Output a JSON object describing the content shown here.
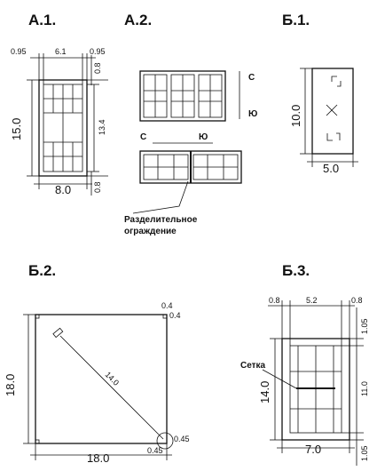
{
  "a1": {
    "title": "А.1.",
    "dim_left": "0.95",
    "dim_mid": "6.1",
    "dim_right": "0.95",
    "dim_top_small": "0.8",
    "dim_height": "15.0",
    "dim_inner_height": "13.4",
    "dim_width": "8.0",
    "dim_bottom_small": "0.8"
  },
  "a2": {
    "title": "А.2.",
    "north": "С",
    "south": "Ю",
    "north2": "С",
    "south2": "Ю",
    "label_line1": "Разделительное",
    "label_line2": "ограждение"
  },
  "b1": {
    "title": "Б.1.",
    "dim_height": "10.0",
    "dim_width": "5.0"
  },
  "b2": {
    "title": "Б.2.",
    "dim_corner_a": "0.4",
    "dim_corner_b": "0.4",
    "dim_height": "18.0",
    "dim_diagonal": "14.0",
    "dim_width": "18.0",
    "dim_corner_c": "0.45",
    "dim_corner_d": "0.45"
  },
  "b3": {
    "title": "Б.3.",
    "dim_left": "0.8",
    "dim_mid": "5.2",
    "dim_right": "0.8",
    "dim_top_v": "1.05",
    "dim_height": "14.0",
    "dim_inner_v": "11.0",
    "dim_width": "7.0",
    "dim_bottom_v": "1.05",
    "net_label": "Сетка"
  }
}
